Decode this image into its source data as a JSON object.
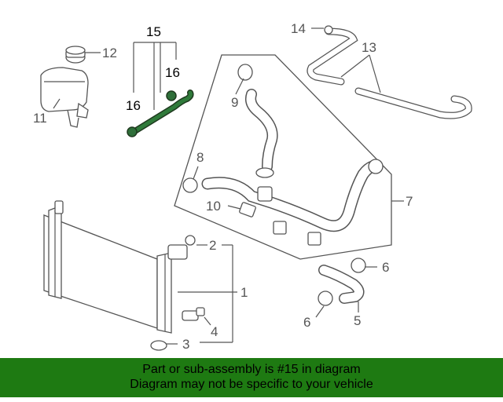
{
  "diagram": {
    "callouts": {
      "c1": "1",
      "c2": "2",
      "c3": "3",
      "c4": "4",
      "c5": "5",
      "c6a": "6",
      "c6b": "6",
      "c7": "7",
      "c8": "8",
      "c9": "9",
      "c10": "10",
      "c11": "11",
      "c12": "12",
      "c13": "13",
      "c14": "14",
      "c15": "15",
      "c16a": "16",
      "c16b": "16"
    },
    "highlight_color": "#1f5e2e",
    "line_color": "#555555"
  },
  "banner": {
    "line1": "Part or sub-assembly is #15 in diagram",
    "line2": "Diagram may not be specific to your vehicle",
    "background": "#1e7a12"
  }
}
